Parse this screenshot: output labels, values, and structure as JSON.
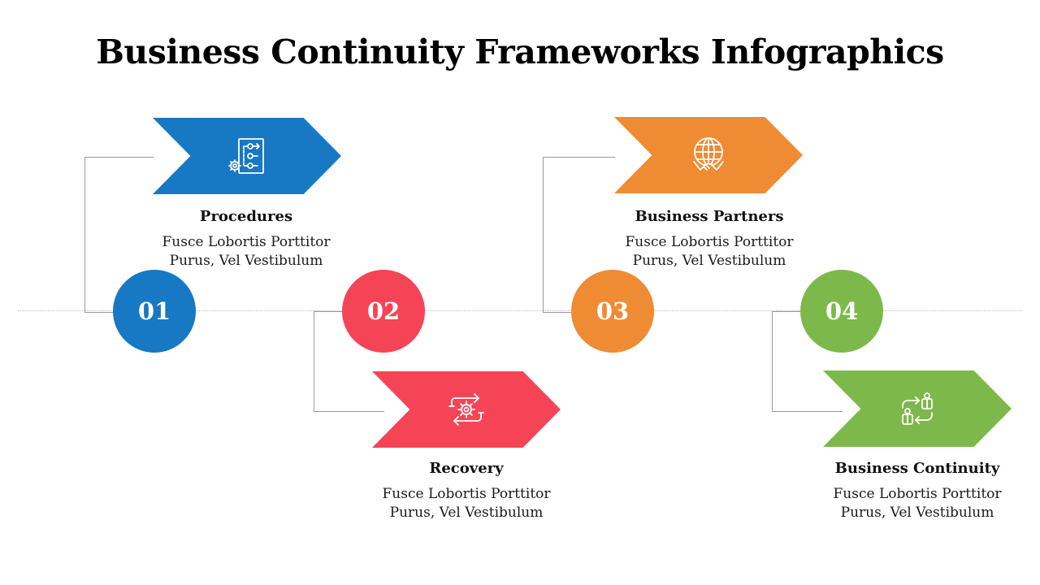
{
  "title": "Business Continuity Frameworks Infographics",
  "colors": {
    "blue": "#1778c3",
    "red": "#f54456",
    "orange": "#ef8b32",
    "green": "#7db94a"
  },
  "steps": [
    {
      "number": "01",
      "title": "Procedures",
      "desc_line1": "Fusce Lobortis Porttitor",
      "desc_line2": "Purus, Vel Vestibulum",
      "icon": "procedures-flowchart-icon",
      "color": "#1778c3"
    },
    {
      "number": "02",
      "title": "Recovery",
      "desc_line1": "Fusce Lobortis Porttitor",
      "desc_line2": "Purus, Vel Vestibulum",
      "icon": "recovery-gear-cycle-icon",
      "color": "#f54456"
    },
    {
      "number": "03",
      "title": "Business Partners",
      "desc_line1": "Fusce Lobortis Porttitor",
      "desc_line2": "Purus, Vel Vestibulum",
      "icon": "globe-handshake-icon",
      "color": "#ef8b32"
    },
    {
      "number": "04",
      "title": "Business Continuity",
      "desc_line1": "Fusce Lobortis Porttitor",
      "desc_line2": "Purus, Vel Vestibulum",
      "icon": "people-exchange-icon",
      "color": "#7db94a"
    }
  ]
}
